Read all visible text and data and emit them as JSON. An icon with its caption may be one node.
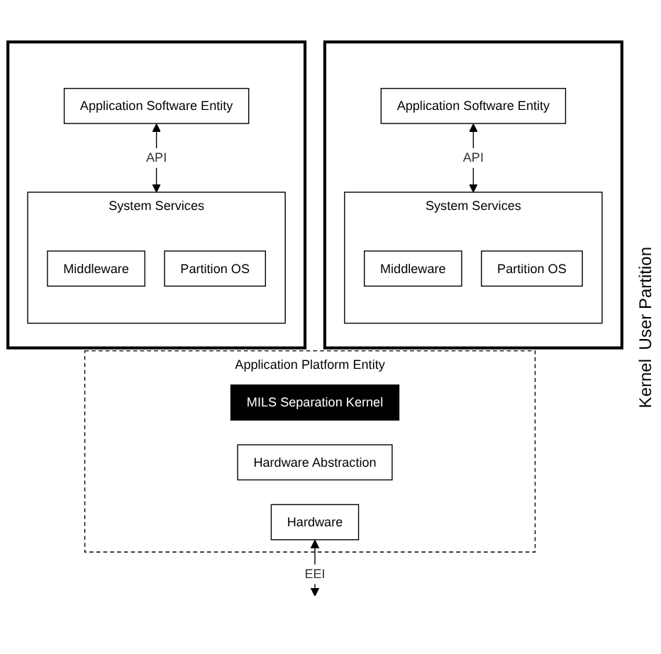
{
  "diagram": {
    "nodes": [
      {
        "text": [
          "Application Platform Entity"
        ]
      },
      {
        "text": [],
        "shape": "box"
      },
      {
        "text": [
          "Application Software Entity"
        ],
        "in": 1
      },
      {
        "text": [
          "System Services"
        ],
        "in": 1
      },
      {
        "text": [
          "Middleware"
        ],
        "in": 3
      },
      {
        "text": [
          "Partition OS"
        ],
        "in": 3
      },
      {
        "text": [],
        "shape": "box"
      },
      {
        "text": [
          "Application Software Entity"
        ],
        "in": 6
      },
      {
        "text": [
          "System Services"
        ],
        "in": 6
      },
      {
        "text": [
          "Middleware"
        ],
        "in": 8
      },
      {
        "text": [
          "Partition OS"
        ],
        "in": 8
      },
      {
        "text": [
          "MILS Separation Kernel"
        ],
        "in": 0
      },
      {
        "text": [
          "Hardware Abstraction"
        ],
        "in": 0
      },
      {
        "text": [
          "Hardware"
        ],
        "in": 0
      }
    ],
    "edges": [
      {
        "from": 2,
        "to": 3,
        "arrow": "both",
        "label": "API"
      },
      {
        "from": 7,
        "to": 8,
        "arrow": "both",
        "label": "API"
      },
      {
        "from": 13,
        "to": null,
        "arrow": "both",
        "label": "EEI"
      }
    ],
    "labels": [
      "User Partition",
      "Kernel"
    ]
  }
}
